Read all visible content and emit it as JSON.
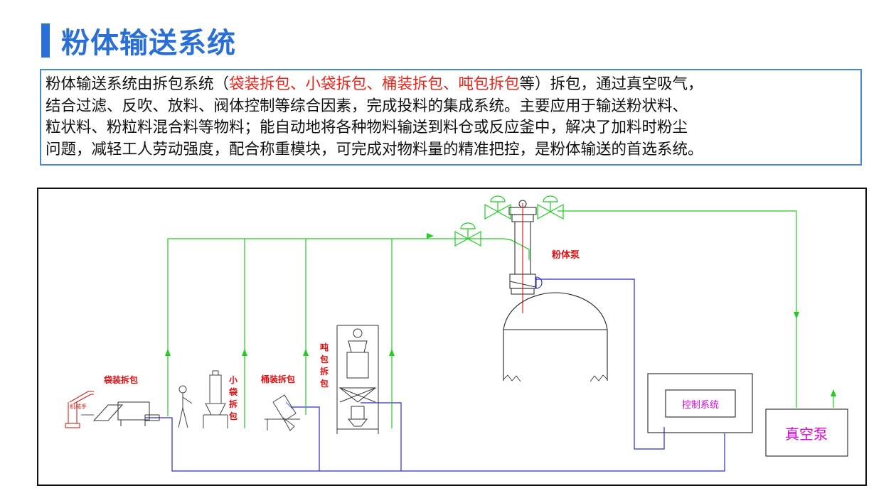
{
  "title": "粉体输送系统",
  "description": {
    "line1_a": "粉体输送系统由拆包系统（",
    "line1_red": "袋装拆包、小袋拆包、桶装拆包、吨包拆包",
    "line1_b": "等）拆包，通过真空吸气，",
    "line2": "结合过滤、反吹、放料、阀体控制等综合因素，完成投料的集成系统。主要应用于输送粉状料、",
    "line3": "粒状料、粉粒料混合料等物料；能自动地将各种物料输送到料仓或反应釜中，解决了加料时粉尘",
    "line4": "问题，减轻工人劳动强度，配合称重模块，可完成对物料量的精准把控，是粉体输送的首选系统。"
  },
  "diagram": {
    "robot_label": "机械手",
    "bag_label": "袋装拆包",
    "small_bag_label": [
      "小",
      "袋",
      "拆",
      "包"
    ],
    "drum_label": "桶装拆包",
    "ton_bag_label": [
      "吨",
      "包",
      "拆",
      "包"
    ],
    "pump_label": "粉体泵",
    "control_label": "控制系统",
    "vacuum_label": "真空泵"
  },
  "colors": {
    "title": "#2a6fd6",
    "highlight": "#e8261b",
    "pipe_green": "#22cc22",
    "pipe_blue": "#2a2ad0",
    "label_red": "#dd1111",
    "label_magenta": "#dd00dd"
  }
}
